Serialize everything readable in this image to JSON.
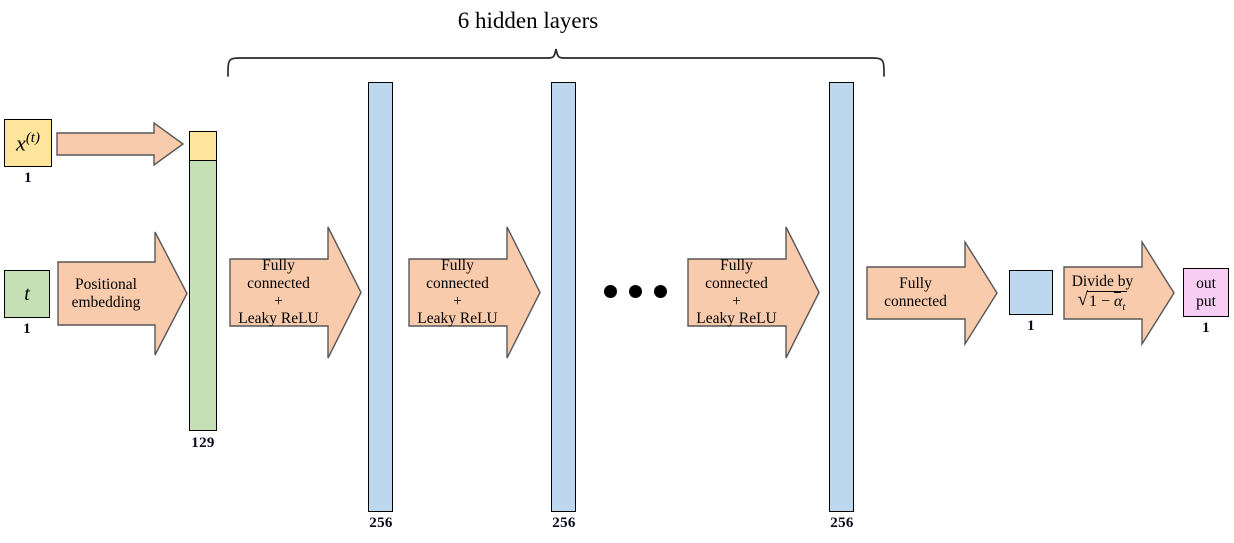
{
  "figure": {
    "title": "6 hidden layers",
    "palette": {
      "input_yellow": "#FFE49B",
      "time_green": "#C5E0B4",
      "hidden_blue": "#BDD7EE",
      "output_pink": "#F8CDF3",
      "arrow_orange": "#F8CBAD",
      "outline": "#000000"
    }
  },
  "inputs": {
    "x_block": {
      "label_base": "x",
      "label_sup": "(t)",
      "dim": "1"
    },
    "t_block": {
      "label": "t",
      "dim": "1"
    }
  },
  "arrows": {
    "plain_to_concat": {
      "lines": []
    },
    "positional_embedding": {
      "lines": [
        "Positional",
        "embedding"
      ]
    },
    "fc_relu_1": {
      "lines": [
        "Fully",
        "connected",
        "+",
        "Leaky ReLU"
      ]
    },
    "fc_relu_2": {
      "lines": [
        "Fully",
        "connected",
        "+",
        "Leaky ReLU"
      ]
    },
    "fc_relu_3": {
      "lines": [
        "Fully",
        "connected",
        "+",
        "Leaky ReLU"
      ]
    },
    "fully_connected": {
      "lines": [
        "Fully",
        "connected"
      ]
    },
    "divide_by": {
      "lines": [
        "Divide by"
      ],
      "formula_lead": "1 − ",
      "formula_abar": "α",
      "formula_sub": "t"
    }
  },
  "concat": {
    "dim": "129"
  },
  "hidden_layers": [
    {
      "name": "hidden-1",
      "dim": "256"
    },
    {
      "name": "hidden-2",
      "dim": "256"
    },
    {
      "name": "hidden-3",
      "dim": "256"
    }
  ],
  "ellipsis": {
    "count": 3
  },
  "penultimate": {
    "dim": "1"
  },
  "output": {
    "line1": "out",
    "line2": "put",
    "dim": "1"
  }
}
